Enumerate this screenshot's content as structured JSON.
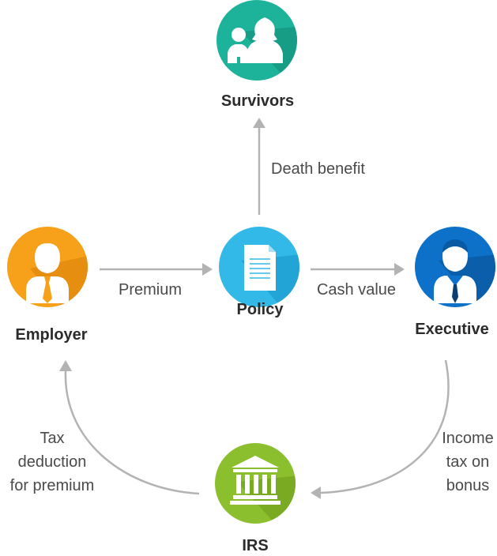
{
  "nodes": {
    "survivors": {
      "label": "Survivors",
      "color": "#1db39b",
      "icon": "family-icon"
    },
    "employer": {
      "label": "Employer",
      "color": "#f7a11a",
      "icon": "employer-icon"
    },
    "policy": {
      "label": "Policy",
      "color": "#33b9e8",
      "icon": "document-icon"
    },
    "executive": {
      "label": "Executive",
      "color": "#0d71c9",
      "icon": "executive-icon"
    },
    "irs": {
      "label": "IRS",
      "color": "#8cbf2e",
      "icon": "bank-icon"
    }
  },
  "edges": {
    "death_benefit": {
      "label": "Death benefit"
    },
    "premium": {
      "label": "Premium"
    },
    "cash_value": {
      "label": "Cash value"
    },
    "income_tax": {
      "lines": [
        "Income",
        "tax on",
        "bonus"
      ]
    },
    "tax_deduction": {
      "lines": [
        "Tax",
        "deduction",
        "for premium"
      ]
    }
  },
  "colors": {
    "arrow": "#b3b3b3",
    "label_text": "#2b2b2b"
  }
}
